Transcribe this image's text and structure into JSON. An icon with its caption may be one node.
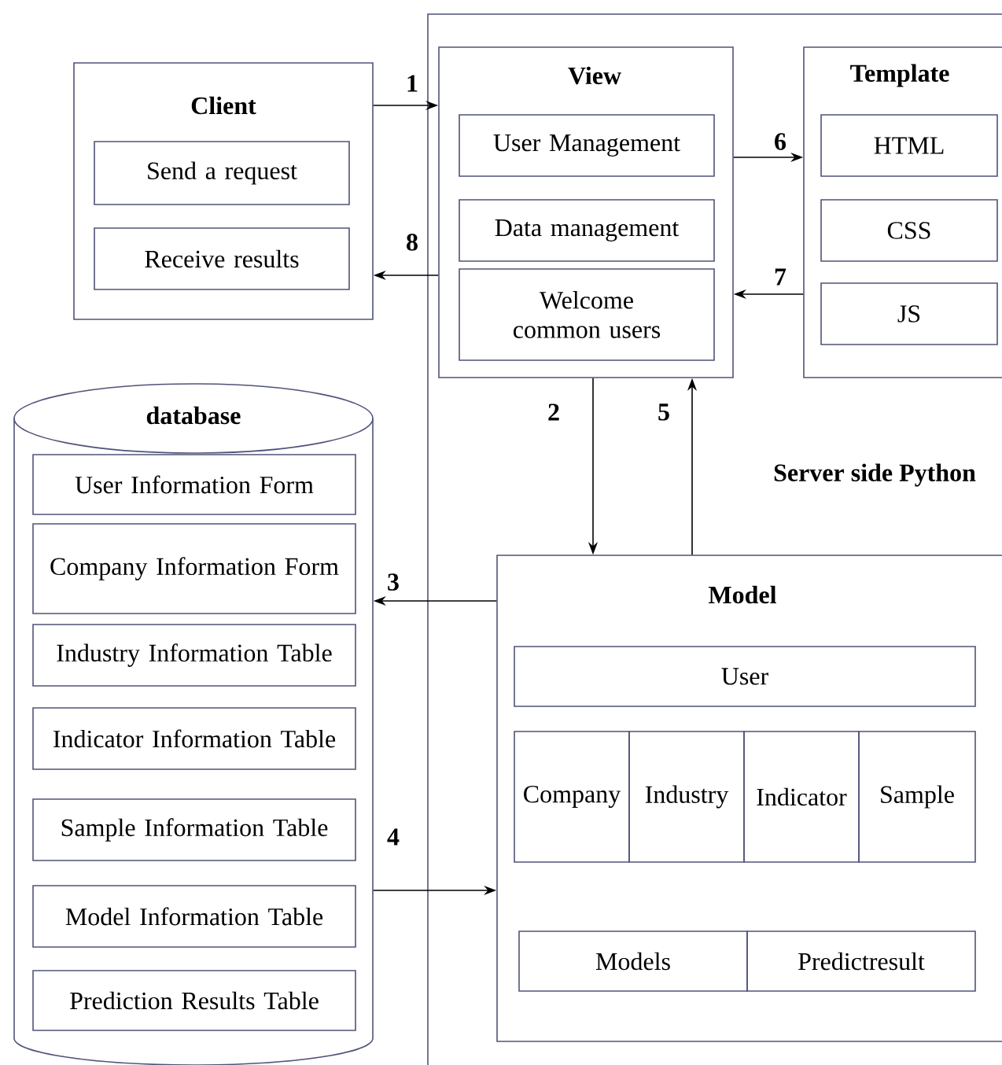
{
  "diagram": {
    "nodes": [
      {
        "text": [
          "Client"
        ]
      },
      {
        "text": [
          "Send a request"
        ],
        "in": 0
      },
      {
        "text": [
          "Receive results"
        ],
        "in": 0
      },
      {
        "text": [
          "Server side Python"
        ]
      },
      {
        "text": [
          "View"
        ],
        "in": 3
      },
      {
        "text": [
          "User Management"
        ],
        "in": 4
      },
      {
        "text": [
          "Data management"
        ],
        "in": 4
      },
      {
        "text": [
          "Welcome common users"
        ],
        "in": 4
      },
      {
        "text": [
          "Template"
        ],
        "in": 3
      },
      {
        "text": [
          "HTML"
        ],
        "in": 8
      },
      {
        "text": [
          "CSS"
        ],
        "in": 8
      },
      {
        "text": [
          "JS"
        ],
        "in": 8
      },
      {
        "text": [
          "database"
        ]
      },
      {
        "text": [
          "User Information Form"
        ],
        "in": 12
      },
      {
        "text": [
          "Company Information Form"
        ],
        "in": 12
      },
      {
        "text": [
          "Industry Information Table"
        ],
        "in": 12
      },
      {
        "text": [
          "Indicator Information Table"
        ],
        "in": 12
      },
      {
        "text": [
          "Sample Information Table"
        ],
        "in": 12
      },
      {
        "text": [
          "Model Information Table"
        ],
        "in": 12
      },
      {
        "text": [
          "Prediction Results Table"
        ],
        "in": 12
      },
      {
        "text": [
          "Model"
        ],
        "in": 3
      },
      {
        "text": [
          "User"
        ],
        "in": 20
      },
      {
        "text": [
          "Company"
        ],
        "in": 20
      },
      {
        "text": [
          "Industry"
        ],
        "in": 20
      },
      {
        "text": [
          "Indicator"
        ],
        "in": 20
      },
      {
        "text": [
          "Sample"
        ],
        "in": 20
      },
      {
        "text": [
          "Models"
        ],
        "in": 20
      },
      {
        "text": [
          "Predictresult"
        ],
        "in": 20
      }
    ],
    "edges": [
      {
        "from": 0,
        "to": 4,
        "arrow": "to",
        "label": "1"
      },
      {
        "from": 4,
        "to": 20,
        "arrow": "to",
        "label": "2"
      },
      {
        "from": 20,
        "to": 12,
        "arrow": "to",
        "label": "3"
      },
      {
        "from": 12,
        "to": 20,
        "arrow": "to",
        "label": "4"
      },
      {
        "from": 20,
        "to": 4,
        "arrow": "to",
        "label": "5"
      },
      {
        "from": 4,
        "to": 8,
        "arrow": "to",
        "label": "6"
      },
      {
        "from": 8,
        "to": 4,
        "arrow": "to",
        "label": "7"
      },
      {
        "from": 4,
        "to": 0,
        "arrow": "to",
        "label": "8"
      }
    ]
  }
}
